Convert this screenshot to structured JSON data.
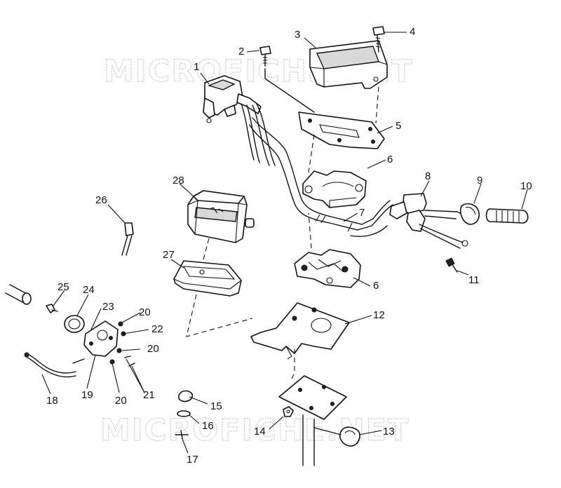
{
  "watermarks": [
    "MICROFICHE.NET",
    "MICROFICHE.NET"
  ],
  "callouts": [
    "1",
    "2",
    "3",
    "4",
    "5",
    "6",
    "7",
    "8",
    "9",
    "10",
    "11",
    "12",
    "13",
    "14",
    "15",
    "16",
    "17",
    "18",
    "19",
    "20",
    "20",
    "20",
    "21",
    "22",
    "23",
    "24",
    "25",
    "26",
    "27",
    "28",
    "6"
  ]
}
